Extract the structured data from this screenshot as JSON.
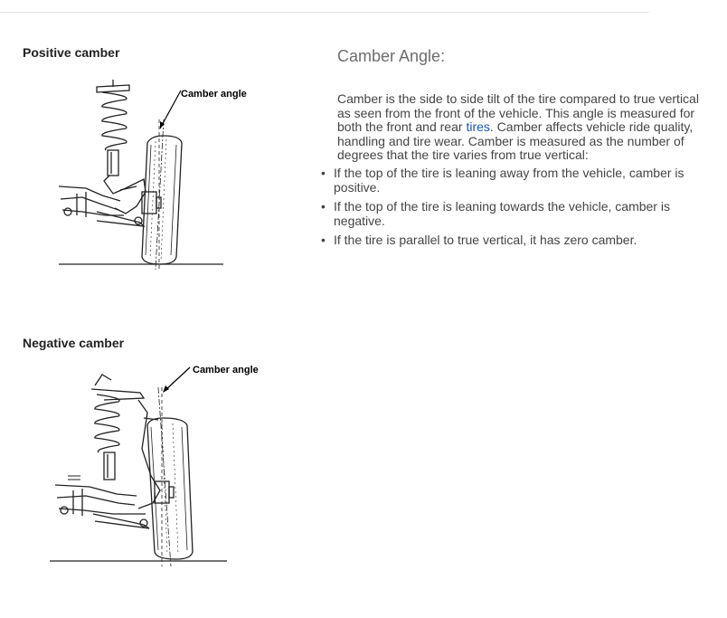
{
  "figures": {
    "positive": {
      "title": "Positive camber",
      "callout": "Camber angle"
    },
    "negative": {
      "title": "Negative camber",
      "callout": "Camber angle"
    }
  },
  "article": {
    "heading": "Camber Angle:",
    "para_before_link": "Camber is the side to side tilt of the tire compared to true vertical as seen from the front of the vehicle. This angle is measured for both the front and rear ",
    "link_text": "tires",
    "para_after_link": ". Camber affects vehicle ride quality, handling and tire wear. Camber is measured as the number of degrees that the tire varies from true vertical:",
    "bullet_symbol": "•",
    "bullets": [
      "If the top of the tire is leaning away from the vehicle, camber is positive.",
      "If the top of the tire is leaning towards the vehicle, camber is negative.",
      "If the tire is parallel to true vertical, it has zero camber."
    ]
  }
}
